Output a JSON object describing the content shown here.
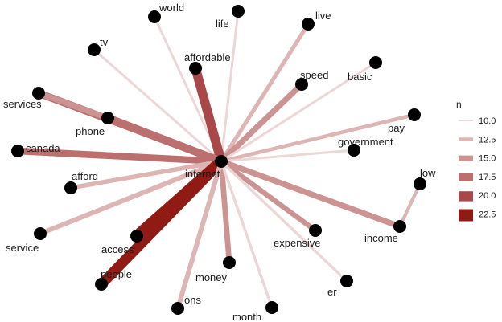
{
  "legend": {
    "title": "n",
    "entries": [
      {
        "label": "10.0",
        "color": "#ecd6d6"
      },
      {
        "label": "12.5",
        "color": "#ddb5b5"
      },
      {
        "label": "15.0",
        "color": "#cc9393"
      },
      {
        "label": "17.5",
        "color": "#bb6f6f"
      },
      {
        "label": "20.0",
        "color": "#a84848"
      },
      {
        "label": "22.5",
        "color": "#8f1b14"
      }
    ]
  },
  "nodes": [
    {
      "id": "internet",
      "label": "internet"
    },
    {
      "id": "world",
      "label": "world"
    },
    {
      "id": "life",
      "label": "life"
    },
    {
      "id": "live",
      "label": "live"
    },
    {
      "id": "tv",
      "label": "tv"
    },
    {
      "id": "affordable",
      "label": "affordable"
    },
    {
      "id": "speed",
      "label": "speed"
    },
    {
      "id": "basic",
      "label": "basic"
    },
    {
      "id": "services",
      "label": "services"
    },
    {
      "id": "phone",
      "label": "phone"
    },
    {
      "id": "pay",
      "label": "pay"
    },
    {
      "id": "government",
      "label": "government"
    },
    {
      "id": "canada",
      "label": "canada"
    },
    {
      "id": "afford",
      "label": "afford"
    },
    {
      "id": "low",
      "label": "low"
    },
    {
      "id": "income",
      "label": "income"
    },
    {
      "id": "expensive",
      "label": "expensive"
    },
    {
      "id": "service",
      "label": "service"
    },
    {
      "id": "access",
      "label": "access"
    },
    {
      "id": "money",
      "label": "money"
    },
    {
      "id": "people",
      "label": "people"
    },
    {
      "id": "er",
      "label": "er"
    },
    {
      "id": "ons",
      "label": "ons"
    },
    {
      "id": "month",
      "label": "month"
    }
  ],
  "edges": [
    {
      "from": "internet",
      "to": "world",
      "n": 10.0
    },
    {
      "from": "internet",
      "to": "life",
      "n": 10.0
    },
    {
      "from": "internet",
      "to": "live",
      "n": 12.5
    },
    {
      "from": "internet",
      "to": "tv",
      "n": 10.0
    },
    {
      "from": "internet",
      "to": "affordable",
      "n": 20.0
    },
    {
      "from": "internet",
      "to": "speed",
      "n": 15.0
    },
    {
      "from": "internet",
      "to": "basic",
      "n": 10.0
    },
    {
      "from": "internet",
      "to": "services",
      "n": 17.5
    },
    {
      "from": "internet",
      "to": "phone",
      "n": 18.0
    },
    {
      "from": "services",
      "to": "phone",
      "n": 15.0
    },
    {
      "from": "internet",
      "to": "pay",
      "n": 12.0
    },
    {
      "from": "internet",
      "to": "government",
      "n": 10.0
    },
    {
      "from": "internet",
      "to": "canada",
      "n": 16.5
    },
    {
      "from": "internet",
      "to": "afford",
      "n": 13.0
    },
    {
      "from": "internet",
      "to": "income",
      "n": 15.0
    },
    {
      "from": "income",
      "to": "low",
      "n": 11.5
    },
    {
      "from": "internet",
      "to": "expensive",
      "n": 14.0
    },
    {
      "from": "internet",
      "to": "service",
      "n": 13.5
    },
    {
      "from": "internet",
      "to": "access",
      "n": 23.0
    },
    {
      "from": "internet",
      "to": "people",
      "n": 21.5
    },
    {
      "from": "internet",
      "to": "money",
      "n": 14.5
    },
    {
      "from": "internet",
      "to": "er",
      "n": 10.5
    },
    {
      "from": "internet",
      "to": "ons",
      "n": 13.5
    },
    {
      "from": "internet",
      "to": "month",
      "n": 10.5
    }
  ]
}
